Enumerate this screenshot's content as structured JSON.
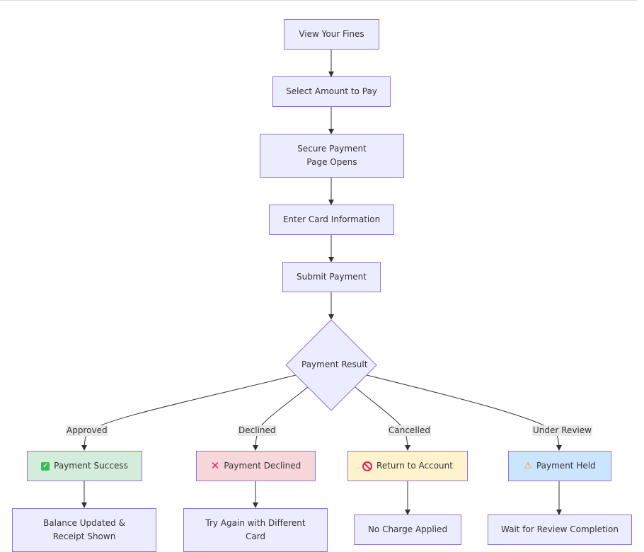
{
  "nodes": {
    "view_fines": "View Your Fines",
    "select_amount": "Select Amount to Pay",
    "secure_page": "Secure Payment Page Opens",
    "enter_card": "Enter Card Information",
    "submit": "Submit Payment",
    "result": "Payment Result",
    "success": "Payment Success",
    "declined": "Payment Declined",
    "return_account": "Return to Account",
    "held": "Payment Held",
    "balance_updated": "Balance Updated & Receipt Shown",
    "try_again": "Try Again with Different Card",
    "no_charge": "No Charge Applied",
    "wait_review": "Wait for Review Completion"
  },
  "edges": {
    "approved": "Approved",
    "declined": "Declined",
    "cancelled": "Cancelled",
    "under_review": "Under Review"
  },
  "colors": {
    "node_fill": "#ececff",
    "node_border": "#9370db",
    "success_fill": "#d4edda",
    "declined_fill": "#f8d7da",
    "cancelled_fill": "#fff3cd",
    "held_fill": "#cce5ff",
    "edge": "#333333"
  },
  "icons": {
    "success": "check-mark-icon",
    "declined": "cross-mark-icon",
    "cancelled": "no-entry-icon",
    "held": "warning-icon"
  }
}
